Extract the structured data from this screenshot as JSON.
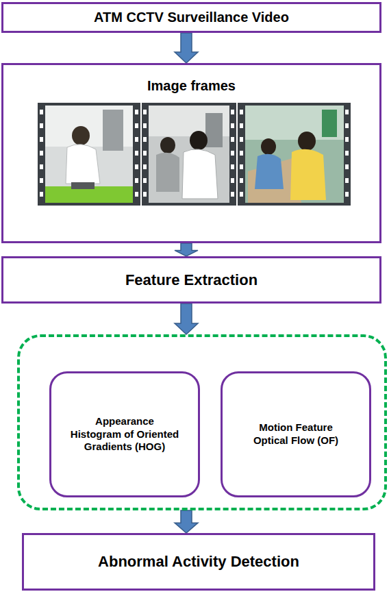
{
  "diagram": {
    "nodes": [
      {
        "text": [
          "ATM CCTV Surveillance Video"
        ]
      },
      {
        "text": [
          "Image frames"
        ]
      },
      {
        "text": [
          "Feature Extraction"
        ]
      },
      {
        "text": []
      },
      {
        "text": [
          "Appearance Histogram of Oriented Gradients (HOG)"
        ],
        "in": 3
      },
      {
        "text": [
          "Motion Feature Optical Flow (OF)"
        ],
        "in": 3
      },
      {
        "text": [
          "Abnormal Activity Detection"
        ]
      }
    ],
    "edges": [
      {
        "from": 0,
        "to": 1,
        "arrow": "to"
      },
      {
        "from": 1,
        "to": 2,
        "arrow": "to"
      },
      {
        "from": 2,
        "to": 3,
        "arrow": "to"
      },
      {
        "from": 3,
        "to": 6,
        "arrow": "to"
      }
    ]
  }
}
